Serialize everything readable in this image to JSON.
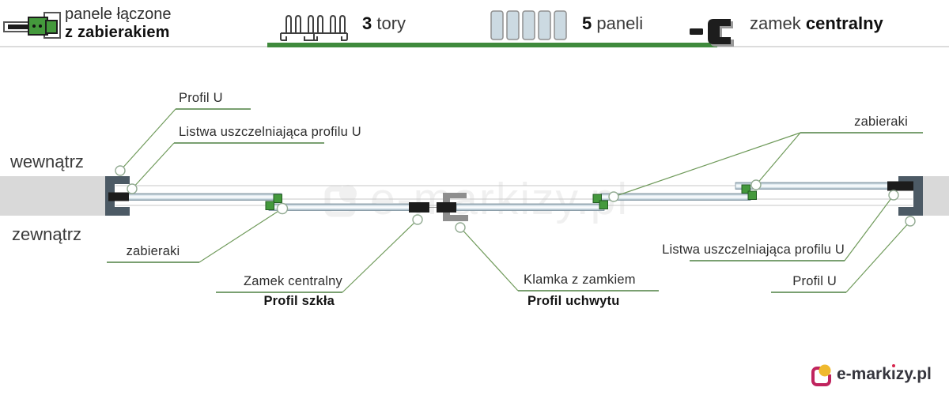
{
  "header": {
    "title_line1": "panele łączone",
    "title_line2": "z zabierakiem",
    "tracks": {
      "value": "3",
      "unit": " tory"
    },
    "panels": {
      "value": "5",
      "unit": " paneli"
    },
    "lock": {
      "word": "zamek ",
      "word_bold": "centralny"
    }
  },
  "diagram": {
    "side_inner": "wewnątrz",
    "side_outer": "zewnątrz",
    "callouts": {
      "profil_u_left": "Profil U",
      "listwa_left": "Listwa uszczelniająca profilu U",
      "zabieraki_left": "zabieraki",
      "zamek_centralny": "Zamek centralny",
      "profil_szkla": "Profil szkła",
      "klamka_z_zamkiem": "Klamka z zamkiem",
      "profil_uchwytu": "Profil uchwytu",
      "zabieraki_right": "zabieraki",
      "listwa_right": "Listwa uszczelniająca profilu U",
      "profil_u_right": "Profil U"
    },
    "watermark": "e-markizy.pl"
  },
  "footer": {
    "brand_prefix": "e-mark",
    "brand_i": "ı",
    "brand_suffix": "zy.pl"
  },
  "colors": {
    "accent_green": "#3f8a3c",
    "carrier_green": "#44993c",
    "profile_slate": "#4c5a65",
    "panel_blue": "#dfeaf0",
    "wall_gray": "#d9d9d9",
    "leader_green": "#6f9a5a",
    "logo_magenta": "#c0245e",
    "logo_yellow": "#efb92e"
  }
}
